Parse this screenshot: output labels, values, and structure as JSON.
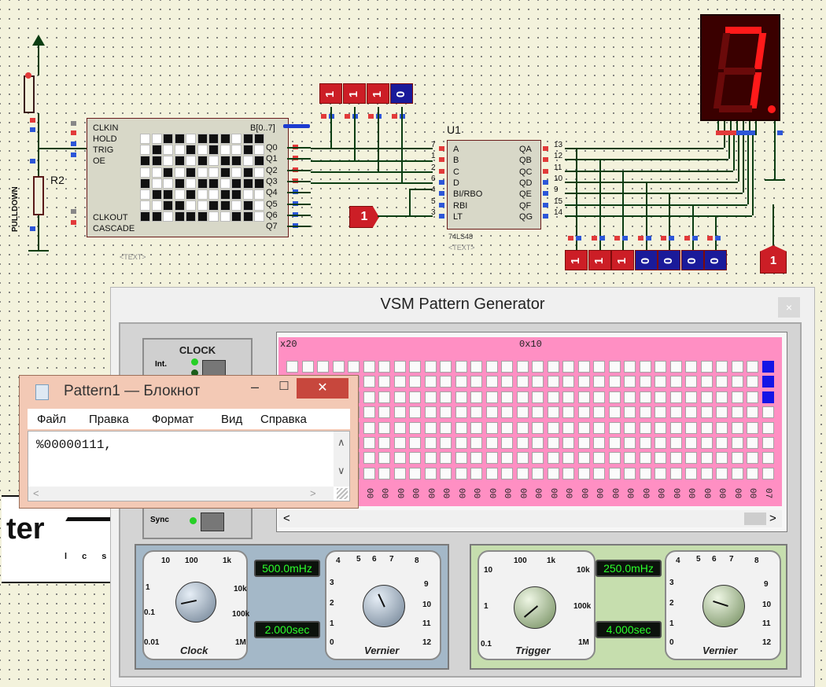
{
  "schematic": {
    "resistor_ref": "R2",
    "resistor_value": "PULLDOWN",
    "text_placeholder": "<TEXT>",
    "generator_pins_left": [
      "CLKIN",
      "HOLD",
      "TRIG",
      "OE"
    ],
    "generator_pins_left_bottom": [
      "CLKOUT",
      "CASCADE"
    ],
    "generator_bus_label": "B[0..7]",
    "generator_outputs": [
      "Q0",
      "Q1",
      "Q2",
      "Q3",
      "Q4",
      "Q5",
      "Q6",
      "Q7"
    ],
    "input_probe_bits": [
      "1",
      "1",
      "1",
      "0"
    ],
    "decoder_ref": "U1",
    "decoder_part": "74LS48",
    "decoder_inputs": [
      "A",
      "B",
      "C",
      "D",
      "BI/RBO",
      "RBI",
      "LT"
    ],
    "decoder_input_pins": [
      "7",
      "1",
      "2",
      "6",
      "4",
      "5",
      "3"
    ],
    "decoder_outputs": [
      "QA",
      "QB",
      "QC",
      "QD",
      "QE",
      "QF",
      "QG"
    ],
    "decoder_output_pins": [
      "13",
      "12",
      "11",
      "10",
      "9",
      "15",
      "14"
    ],
    "logic_high_source": "1",
    "output_probe_bits": [
      "1",
      "1",
      "1",
      "0",
      "0",
      "0",
      "0"
    ],
    "right_source": "1",
    "display_digit": "7",
    "colors": {
      "wire": "#0b3d12",
      "pin_high": "#e23a3a",
      "pin_low": "#2d56d8",
      "segment_on": "#ff1a1a"
    }
  },
  "vsm": {
    "title": "VSM Pattern Generator",
    "close": "×",
    "clock": {
      "title": "CLOCK",
      "int_label": "Int.",
      "sync_label": "Sync"
    },
    "grid": {
      "label_left": "x20",
      "label_mid": "0x10",
      "column_value": "00",
      "last_column_value": "07",
      "scroll_left": "<",
      "scroll_right": ">"
    },
    "clock_dial": {
      "scale_top": [
        "10",
        "100",
        "1k"
      ],
      "scale_left": [
        "1",
        "0.1",
        "0.01"
      ],
      "scale_right": [
        "10k",
        "100k",
        "1M"
      ],
      "label": "Clock",
      "freq": "500.0mHz",
      "period": "2.000sec"
    },
    "clock_vernier": {
      "scale_top": [
        "4",
        "5",
        "6",
        "7",
        "8"
      ],
      "scale_left": [
        "3",
        "2",
        "1",
        "0"
      ],
      "scale_right": [
        "9",
        "10",
        "11",
        "12"
      ],
      "label": "Vernier"
    },
    "trigger_dial": {
      "scale_top": [
        "10",
        "100",
        "1k",
        "10k"
      ],
      "scale_left": [
        "1",
        "0.1"
      ],
      "scale_right": [
        "100k",
        "1M"
      ],
      "label": "Trigger",
      "freq": "250.0mHz",
      "period": "4.000sec"
    },
    "trigger_vernier": {
      "scale_top": [
        "4",
        "5",
        "6",
        "7",
        "8"
      ],
      "scale_left": [
        "3",
        "2",
        "1",
        "0"
      ],
      "scale_right": [
        "9",
        "10",
        "11",
        "12"
      ],
      "label": "Vernier"
    }
  },
  "notepad": {
    "title": "Pattern1 — Блокнот",
    "minimize": "–",
    "maximize": "☐",
    "close": "✕",
    "menu": [
      "Файл",
      "Правка",
      "Формат",
      "Вид",
      "Справка"
    ],
    "content": "%00000111,",
    "scroll_up": "∧",
    "scroll_down": "∨",
    "scroll_left": "<",
    "scroll_right": ">"
  },
  "logo": {
    "line1": "ter",
    "line2": "l c s"
  }
}
